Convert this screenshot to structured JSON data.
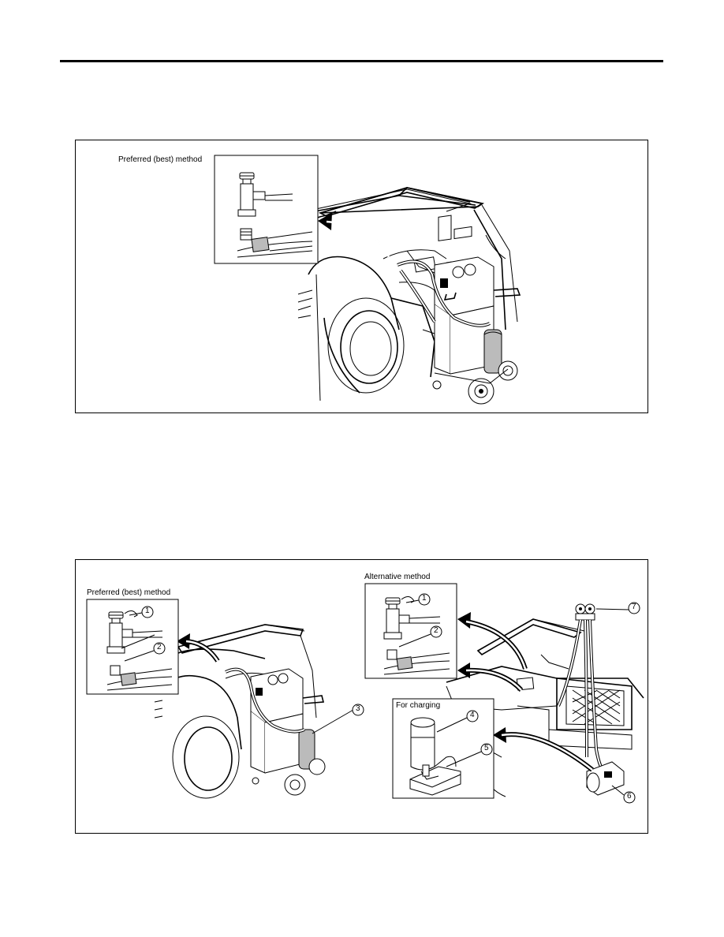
{
  "figure1": {
    "inset_label": "Preferred (best) method"
  },
  "figure2": {
    "preferred_label": "Preferred (best) method",
    "alternative_label": "Alternative method",
    "charging_label": "For charging",
    "callouts": [
      "1",
      "2",
      "3",
      "1",
      "2",
      "4",
      "5",
      "6",
      "7"
    ]
  }
}
